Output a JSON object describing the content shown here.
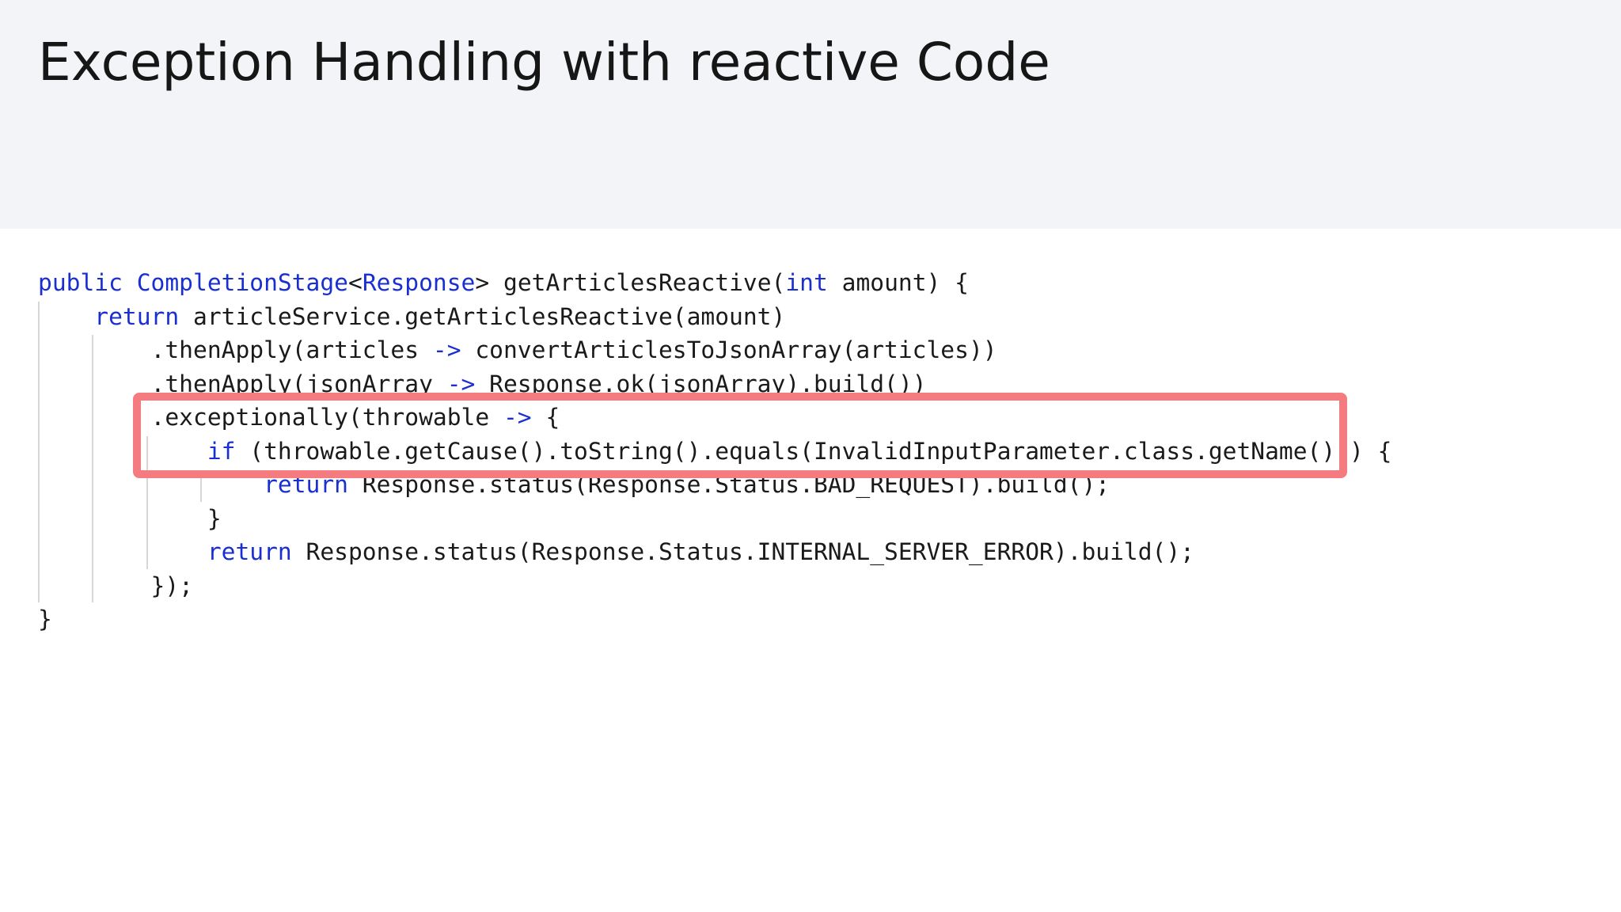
{
  "slide": {
    "title": "Exception Handling with reactive Code"
  },
  "code": {
    "line1": {
      "kw": "public",
      "t1": "CompletionStage",
      "lt": "<",
      "t2": "Response",
      "rest": "> getArticlesReactive(",
      "t3": "int",
      "end": " amount) {"
    },
    "line2": {
      "kw": "return",
      "rest": " articleService.getArticlesReactive(amount)"
    },
    "line3": {
      "a": ".thenApply(articles ",
      "arrow": "->",
      "b": " convertArticlesToJsonArray(articles))"
    },
    "line4": {
      "a": ".thenApply(jsonArray ",
      "arrow": "->",
      "b": " Response.ok(jsonArray).build())"
    },
    "line5": {
      "a": ".exceptionally(throwable ",
      "arrow": "->",
      "b": " {"
    },
    "line6": {
      "kw": "if",
      "rest": " (throwable.getCause().toString().equals(InvalidInputParameter.class.getName())) {"
    },
    "line7": {
      "kw": "return",
      "rest": " Response.status(Response.Status.BAD_REQUEST).build();"
    },
    "line8": {
      "text": "}"
    },
    "line9": {
      "kw": "return",
      "rest": " Response.status(Response.Status.INTERNAL_SERVER_ERROR).build();"
    },
    "line10": {
      "text": "});"
    },
    "line11": {
      "text": "}"
    }
  },
  "highlight": {
    "color": "#f47c80"
  },
  "colors": {
    "keyword": "#1a2fd1",
    "header_background": "#f3f4f7",
    "text": "#1a1a1a"
  }
}
